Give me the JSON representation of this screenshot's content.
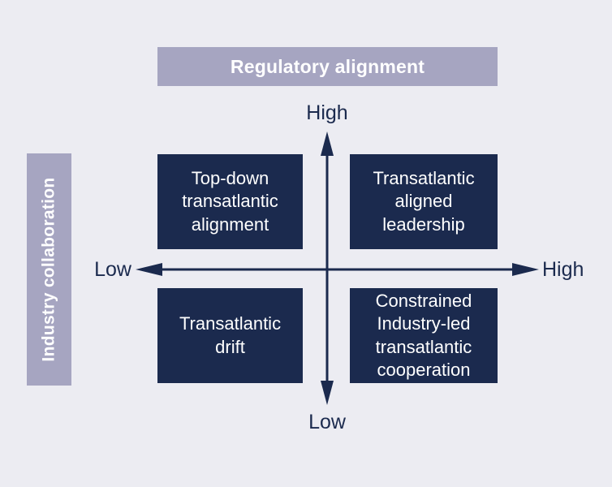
{
  "colors": {
    "background": "#ececf2",
    "navy": "#1b2a4e",
    "band": "#a6a5c1",
    "white": "#ffffff"
  },
  "header": {
    "label": "Regulatory alignment"
  },
  "side": {
    "label": "Industry collaboration"
  },
  "axes": {
    "vertical": {
      "top_label": "High",
      "bottom_label": "Low"
    },
    "horizontal": {
      "left_label": "Low",
      "right_label": "High"
    }
  },
  "quadrants": {
    "top_left": {
      "label": "Top-down\ntransatlantic\nalignment"
    },
    "top_right": {
      "label": "Transatlantic\naligned\nleadership"
    },
    "bottom_left": {
      "label": "Transatlantic\ndrift"
    },
    "bottom_right": {
      "label": "Constrained\nIndustry-led\ntransatlantic\ncooperation"
    }
  }
}
